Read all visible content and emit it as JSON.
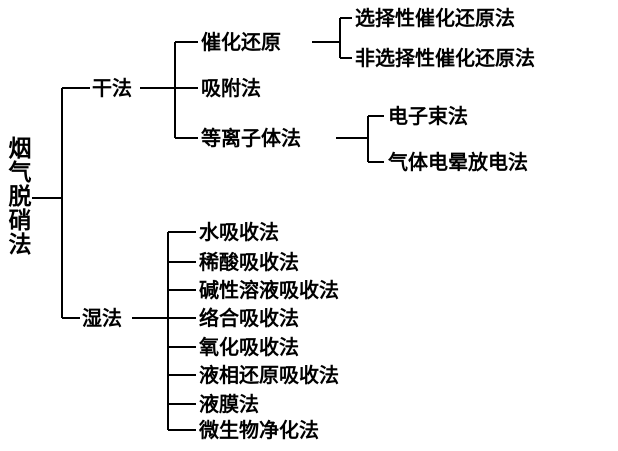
{
  "root": "烟气脱硝法",
  "dry": {
    "label": "干法",
    "catalytic": {
      "label": "催化还原",
      "children": [
        "选择性催化还原法",
        "非选择性催化还原法"
      ]
    },
    "adsorption": "吸附法",
    "plasma": {
      "label": "等离子体法",
      "children": [
        "电子束法",
        "气体电晕放电法"
      ]
    }
  },
  "wet": {
    "label": "湿法",
    "children": [
      "水吸收法",
      "稀酸吸收法",
      "碱性溶液吸收法",
      "络合吸收法",
      "氧化吸收法",
      "液相还原吸收法",
      "液膜法",
      "微生物净化法"
    ]
  },
  "colors": {
    "line": "#000000",
    "text": "#000000",
    "background": "#ffffff"
  }
}
